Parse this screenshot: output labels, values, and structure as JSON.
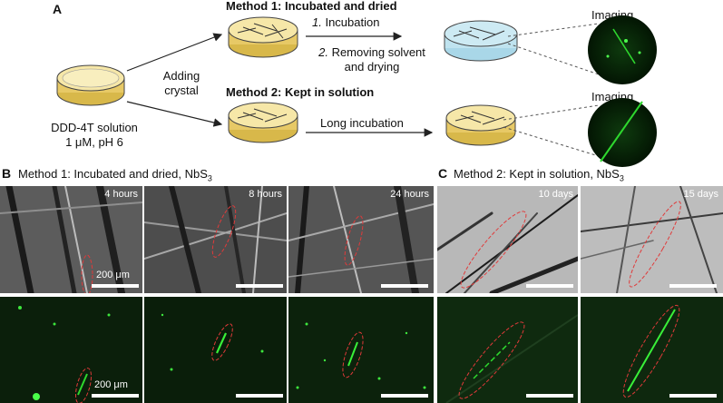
{
  "panel_a": {
    "letter": "A",
    "method1_title": "Method 1: Incubated and dried",
    "method2_title": "Method 2: Kept in solution",
    "step1_num": "1.",
    "step1": "Incubation",
    "step2_num": "2.",
    "step2_line1": "Removing solvent",
    "step2_line2": "and drying",
    "adding_line1": "Adding",
    "adding_line2": "crystal",
    "solution_line1": "DDD-4T solution",
    "solution_line2": "1 μM, pH 6",
    "long_incubation": "Long incubation",
    "imaging": "Imaging"
  },
  "panel_b": {
    "letter": "B",
    "title": "Method 1: Incubated and dried, NbS",
    "subscript": "3",
    "times": [
      "4 hours",
      "8 hours",
      "24 hours"
    ],
    "scale_label": "200 μm"
  },
  "panel_c": {
    "letter": "C",
    "title": "Method 2: Kept in solution, NbS",
    "subscript": "3",
    "times": [
      "10 days",
      "15 days"
    ]
  },
  "colors": {
    "annotation_red": "#e03a3a",
    "fluorescence": "#2ed82e",
    "dish_fill": "#f6e7a8",
    "dish_dried": "#cdeaf3"
  }
}
